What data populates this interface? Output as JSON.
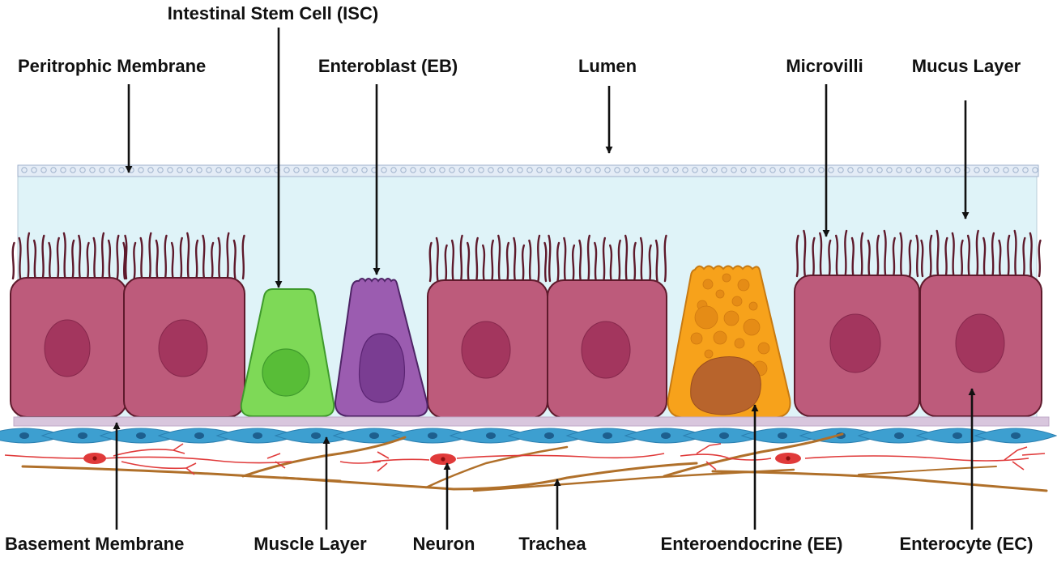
{
  "labels": {
    "intestinal_stem_cell": "Intestinal Stem Cell (ISC)",
    "peritrophic_membrane": "Peritrophic Membrane",
    "enteroblast": "Enteroblast (EB)",
    "lumen": "Lumen",
    "microvilli": "Microvilli",
    "mucus_layer": "Mucus Layer",
    "basement_membrane": "Basement Membrane",
    "muscle_layer": "Muscle Layer",
    "neuron": "Neuron",
    "trachea": "Trachea",
    "enteroendocrine": "Enteroendocrine (EE)",
    "enterocyte": "Enterocyte (EC)"
  },
  "colors": {
    "lumen_fill": "#dff3f8",
    "enterocyte": "#bd5b7b",
    "enterocyte_nucleus": "#a3365e",
    "microvilli": "#5e1a2c",
    "isc": "#7ed957",
    "isc_nucleus": "#58bd37",
    "enteroblast": "#9b5cb0",
    "enteroblast_nucleus": "#7a3d92",
    "enteroendocrine": "#f7a21b",
    "enteroendocrine_nucleus": "#b8642c",
    "muscle": "#3d9fd0",
    "neuron": "#e03a3a",
    "trachea": "#b0702a",
    "basement": "#d8c6dd"
  }
}
